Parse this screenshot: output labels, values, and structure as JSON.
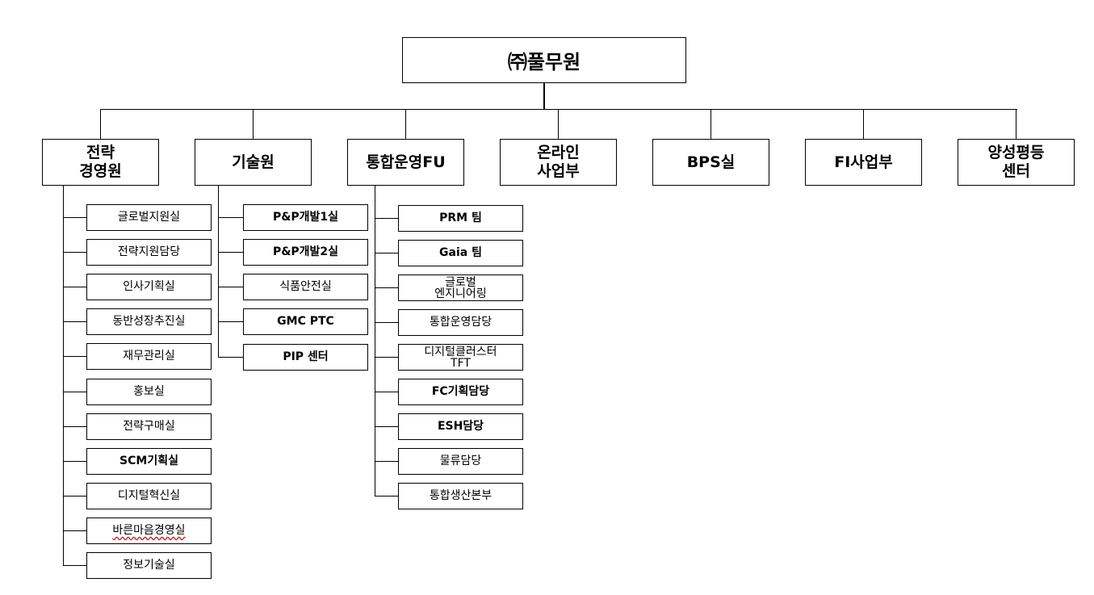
{
  "root": {
    "label": "㈜풀무원"
  },
  "divisions": [
    {
      "label": "전략\n경영원"
    },
    {
      "label": "기술원"
    },
    {
      "label": "통합운영FU"
    },
    {
      "label": "온라인\n사업부"
    },
    {
      "label": "BPS실"
    },
    {
      "label": "FI사업부"
    },
    {
      "label": "양성평등\n센터"
    }
  ],
  "strategy_units": [
    "글로벌지원실",
    "전략지원담당",
    "인사기획실",
    "동반성장추진실",
    "재무관리실",
    "홍보실",
    "전략구매실",
    "SCM기획실",
    "디지털혁신실",
    "바른마음경영실",
    "정보기술실"
  ],
  "tech_units": [
    "P&P개발1실",
    "P&P개발2실",
    "식품안전실",
    "GMC PTC",
    "PIP 센터"
  ],
  "ops_units": [
    "PRM 팀",
    "Gaia 팀",
    "글로벌\n엔지니어링",
    "통합운영담당",
    "디지털클러스터\nTFT",
    "FC기획담당",
    "ESH담당",
    "물류담당",
    "통합생산본부"
  ]
}
